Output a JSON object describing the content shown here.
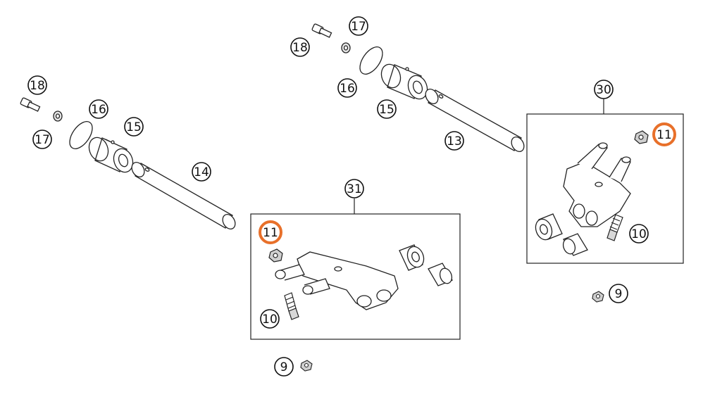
{
  "colors": {
    "line": "#222222",
    "fill": "#ffffff",
    "highlight": "#e8702a",
    "nut": "#cfcfcf"
  },
  "callouts": {
    "c18_left": "18",
    "c17_left": "17",
    "c16_left": "16",
    "c15_left": "15",
    "c14": "14",
    "c18_top": "18",
    "c17_top": "17",
    "c16_top": "16",
    "c15_top": "15",
    "c13": "13",
    "c30": "30",
    "c11_right": "11",
    "c10_right": "10",
    "c9_right": "9",
    "c31": "31",
    "c11_left": "11",
    "c10_left": "10",
    "c9_bottom": "9"
  },
  "highlighted_callouts": [
    "c11_right",
    "c11_left"
  ]
}
